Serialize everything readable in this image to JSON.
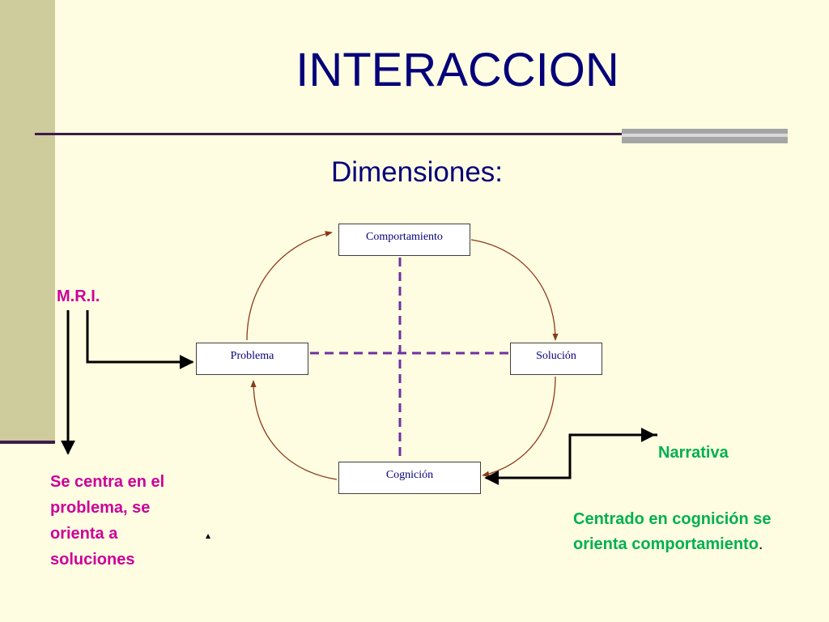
{
  "slide": {
    "title": "INTERACCION",
    "subtitle": "Dimensiones:"
  },
  "diagram": {
    "nodes": {
      "comportamiento": "Comportamiento",
      "problema": "Problema",
      "solucion": "Solución",
      "cognicion": "Cognición"
    }
  },
  "annotations": {
    "mri_label": "M.R.I.",
    "mri_description": "Se centra en el problema, se orienta a soluciones",
    "narrativa_label": "Narrativa",
    "narrativa_description": "Centrado en cognición se orienta comportamiento",
    "narrativa_period": "."
  },
  "colors": {
    "background": "#FFFDE1",
    "title": "#05007A",
    "magenta": "#CC0099",
    "green": "#00B050",
    "cycle_arrow": "#8B3A1A",
    "dashed_axis": "#7030A0"
  }
}
